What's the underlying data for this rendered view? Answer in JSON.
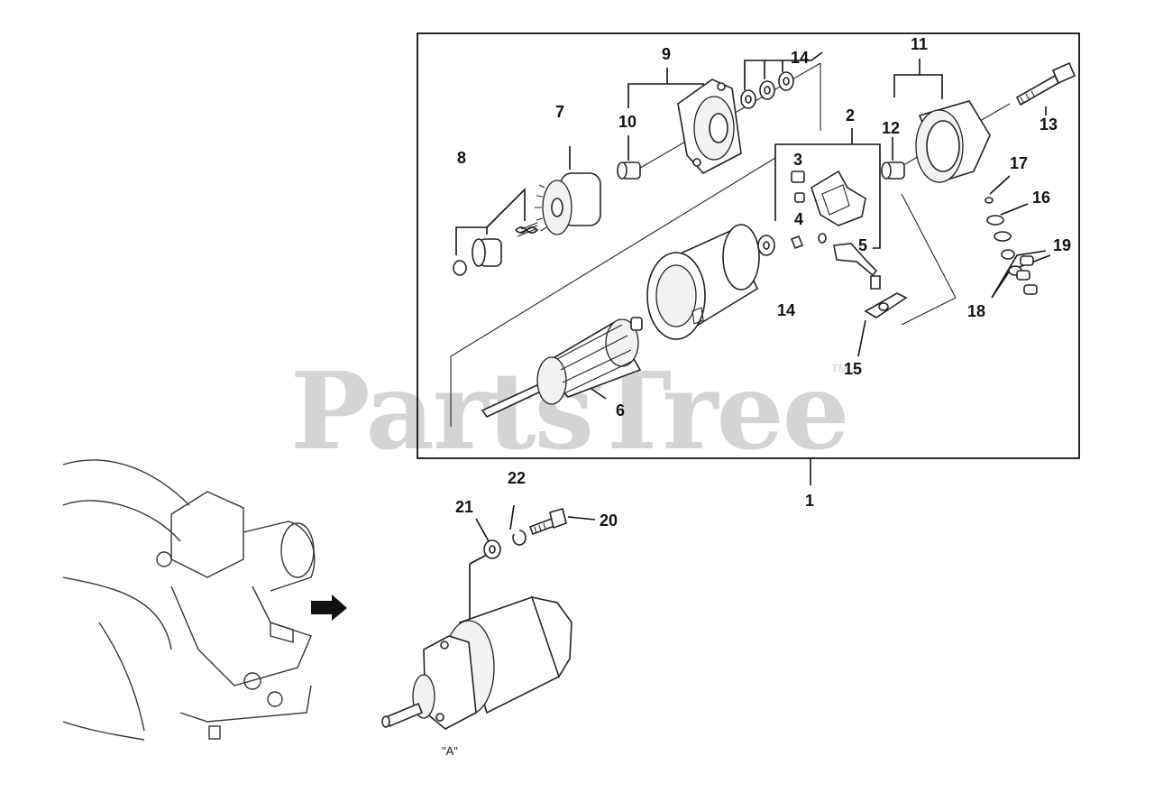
{
  "watermark": {
    "text": "PartsTree",
    "trademark": "TM"
  },
  "view_label": "\"A\"",
  "callouts": [
    {
      "id": "c1",
      "text": "1"
    },
    {
      "id": "c2",
      "text": "2"
    },
    {
      "id": "c3",
      "text": "3"
    },
    {
      "id": "c4",
      "text": "4"
    },
    {
      "id": "c5",
      "text": "5"
    },
    {
      "id": "c6",
      "text": "6"
    },
    {
      "id": "c7",
      "text": "7"
    },
    {
      "id": "c8",
      "text": "8"
    },
    {
      "id": "c9",
      "text": "9"
    },
    {
      "id": "c10",
      "text": "10"
    },
    {
      "id": "c11",
      "text": "11"
    },
    {
      "id": "c12",
      "text": "12"
    },
    {
      "id": "c13",
      "text": "13"
    },
    {
      "id": "c14a",
      "text": "14"
    },
    {
      "id": "c14b",
      "text": "14"
    },
    {
      "id": "c15",
      "text": "15"
    },
    {
      "id": "c16",
      "text": "16"
    },
    {
      "id": "c17",
      "text": "17"
    },
    {
      "id": "c18",
      "text": "18"
    },
    {
      "id": "c19",
      "text": "19"
    },
    {
      "id": "c20",
      "text": "20"
    },
    {
      "id": "c21",
      "text": "21"
    },
    {
      "id": "c22",
      "text": "22"
    }
  ]
}
